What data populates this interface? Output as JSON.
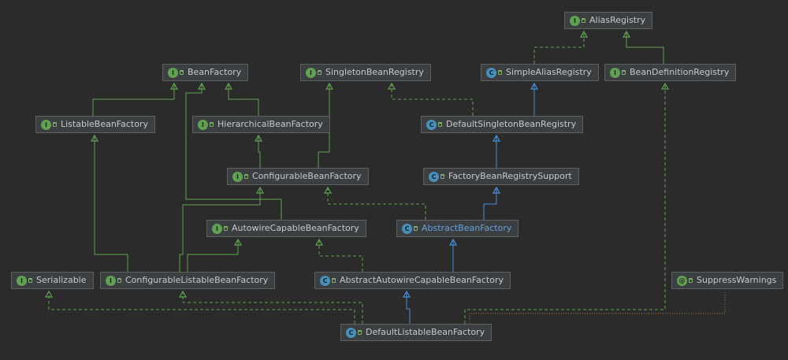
{
  "colors": {
    "background": "#2b2b2b",
    "node_fill": "#3c3f41",
    "node_border": "#5e6060",
    "extends_interface": "#62a153",
    "extends_class": "#4a8fdc",
    "implements": "#5fa352",
    "annotation_link": "#b07b30"
  },
  "nodes": {
    "alias_registry": {
      "label": "AliasRegistry",
      "kind": "interface"
    },
    "bean_factory": {
      "label": "BeanFactory",
      "kind": "interface"
    },
    "singleton_bean_registry": {
      "label": "SingletonBeanRegistry",
      "kind": "interface"
    },
    "simple_alias_registry": {
      "label": "SimpleAliasRegistry",
      "kind": "class"
    },
    "bean_definition_registry": {
      "label": "BeanDefinitionRegistry",
      "kind": "interface"
    },
    "listable_bean_factory": {
      "label": "ListableBeanFactory",
      "kind": "interface"
    },
    "hierarchical_bean_factory": {
      "label": "HierarchicalBeanFactory",
      "kind": "interface"
    },
    "default_singleton_bean_registry": {
      "label": "DefaultSingletonBeanRegistry",
      "kind": "class"
    },
    "configurable_bean_factory": {
      "label": "ConfigurableBeanFactory",
      "kind": "interface"
    },
    "factory_bean_registry_support": {
      "label": "FactoryBeanRegistrySupport",
      "kind": "abstract-class"
    },
    "autowire_capable_bean_factory": {
      "label": "AutowireCapableBeanFactory",
      "kind": "interface"
    },
    "abstract_bean_factory": {
      "label": "AbstractBeanFactory",
      "kind": "abstract-class"
    },
    "serializable": {
      "label": "Serializable",
      "kind": "interface"
    },
    "configurable_listable_bean_factory": {
      "label": "ConfigurableListableBeanFactory",
      "kind": "interface"
    },
    "abstract_autowire_capable_bean_factory": {
      "label": "AbstractAutowireCapableBeanFactory",
      "kind": "abstract-class"
    },
    "suppress_warnings": {
      "label": "SuppressWarnings",
      "kind": "annotation"
    },
    "default_listable_bean_factory": {
      "label": "DefaultListableBeanFactory",
      "kind": "class"
    }
  },
  "icons": {
    "interface": {
      "glyph": "I",
      "name": "interface-icon"
    },
    "class": {
      "glyph": "C",
      "name": "class-icon"
    },
    "abstract-class": {
      "glyph": "C",
      "name": "abstract-class-icon"
    },
    "annotation": {
      "glyph": "@",
      "name": "annotation-icon"
    }
  },
  "edges": [
    {
      "from": "simple_alias_registry",
      "to": "alias_registry",
      "type": "implements"
    },
    {
      "from": "bean_definition_registry",
      "to": "alias_registry",
      "type": "extends-interface"
    },
    {
      "from": "listable_bean_factory",
      "to": "bean_factory",
      "type": "extends-interface"
    },
    {
      "from": "hierarchical_bean_factory",
      "to": "bean_factory",
      "type": "extends-interface"
    },
    {
      "from": "default_singleton_bean_registry",
      "to": "singleton_bean_registry",
      "type": "implements"
    },
    {
      "from": "default_singleton_bean_registry",
      "to": "simple_alias_registry",
      "type": "extends-class"
    },
    {
      "from": "configurable_bean_factory",
      "to": "hierarchical_bean_factory",
      "type": "extends-interface"
    },
    {
      "from": "configurable_bean_factory",
      "to": "singleton_bean_registry",
      "type": "extends-interface"
    },
    {
      "from": "factory_bean_registry_support",
      "to": "default_singleton_bean_registry",
      "type": "extends-class"
    },
    {
      "from": "autowire_capable_bean_factory",
      "to": "bean_factory",
      "type": "extends-interface"
    },
    {
      "from": "abstract_bean_factory",
      "to": "factory_bean_registry_support",
      "type": "extends-class"
    },
    {
      "from": "abstract_bean_factory",
      "to": "configurable_bean_factory",
      "type": "implements"
    },
    {
      "from": "configurable_listable_bean_factory",
      "to": "listable_bean_factory",
      "type": "extends-interface"
    },
    {
      "from": "configurable_listable_bean_factory",
      "to": "configurable_bean_factory",
      "type": "extends-interface"
    },
    {
      "from": "configurable_listable_bean_factory",
      "to": "autowire_capable_bean_factory",
      "type": "extends-interface"
    },
    {
      "from": "abstract_autowire_capable_bean_factory",
      "to": "abstract_bean_factory",
      "type": "extends-class"
    },
    {
      "from": "abstract_autowire_capable_bean_factory",
      "to": "autowire_capable_bean_factory",
      "type": "implements"
    },
    {
      "from": "default_listable_bean_factory",
      "to": "abstract_autowire_capable_bean_factory",
      "type": "extends-class"
    },
    {
      "from": "default_listable_bean_factory",
      "to": "configurable_listable_bean_factory",
      "type": "implements"
    },
    {
      "from": "default_listable_bean_factory",
      "to": "serializable",
      "type": "implements"
    },
    {
      "from": "default_listable_bean_factory",
      "to": "bean_definition_registry",
      "type": "implements"
    },
    {
      "from": "default_listable_bean_factory",
      "to": "suppress_warnings",
      "type": "annotation"
    }
  ]
}
